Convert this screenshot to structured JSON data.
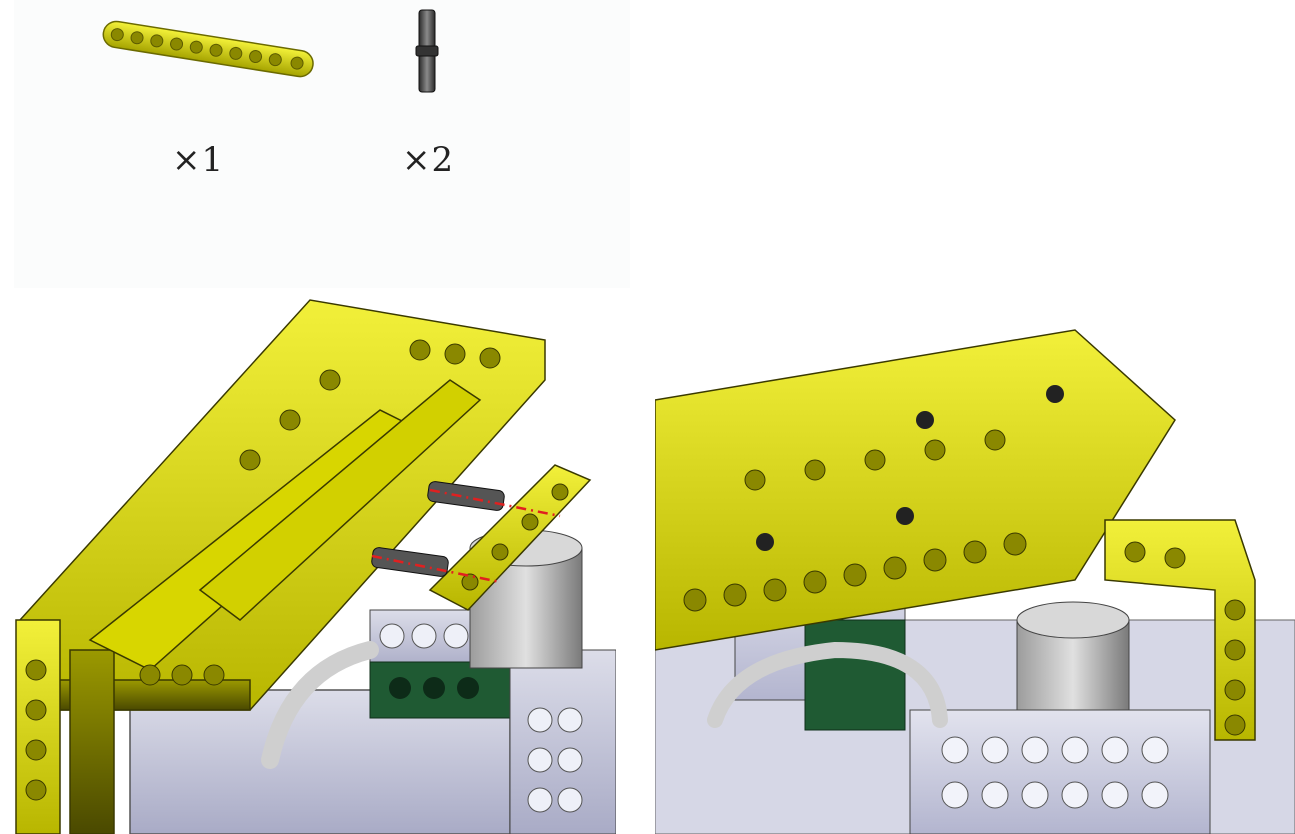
{
  "parts": [
    {
      "icon": "yellow-beam-icon",
      "quantity": "×1"
    },
    {
      "icon": "black-pin-icon",
      "quantity": "×2"
    }
  ],
  "colors": {
    "beam_yellow": "#e3e10f",
    "beam_shadow": "#8a8a00",
    "pin_gray": "#555555",
    "brick_lavender": "#c9cbe2",
    "brick_green": "#1f5a33",
    "guide_red": "#e02020"
  },
  "views": [
    {
      "name": "before-assembly",
      "shows_guide_lines": true
    },
    {
      "name": "after-assembly",
      "shows_guide_lines": false
    }
  ]
}
